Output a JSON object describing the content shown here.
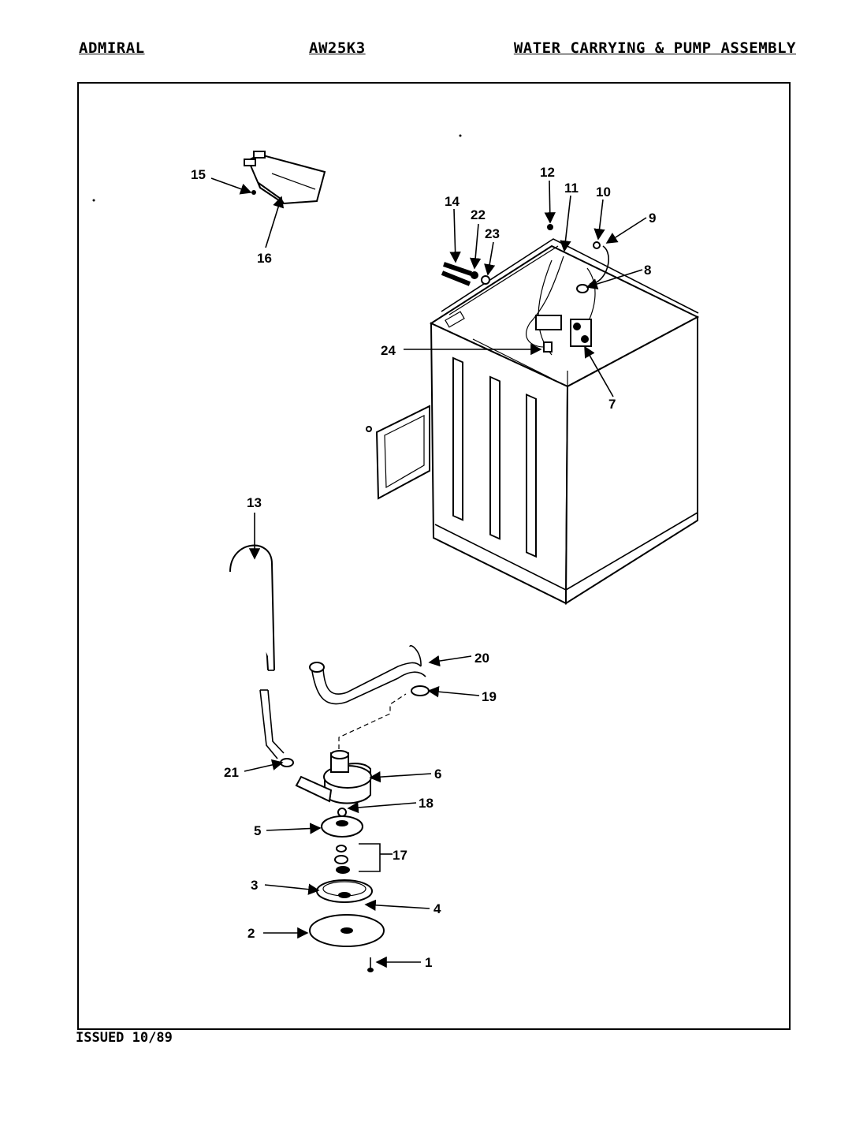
{
  "header": {
    "brand": "ADMIRAL",
    "model": "AW25K3",
    "section": "WATER CARRYING & PUMP ASSEMBLY"
  },
  "footer": {
    "issued": "ISSUED 10/89"
  },
  "callouts": {
    "c1": "1",
    "c2": "2",
    "c3": "3",
    "c4": "4",
    "c5": "5",
    "c6": "6",
    "c7": "7",
    "c8": "8",
    "c9": "9",
    "c10": "10",
    "c11": "11",
    "c12": "12",
    "c13": "13",
    "c14": "14",
    "c15": "15",
    "c16": "16",
    "c17": "17",
    "c18": "18",
    "c19": "19",
    "c20": "20",
    "c21": "21",
    "c22": "22",
    "c23": "23",
    "c24": "24"
  }
}
